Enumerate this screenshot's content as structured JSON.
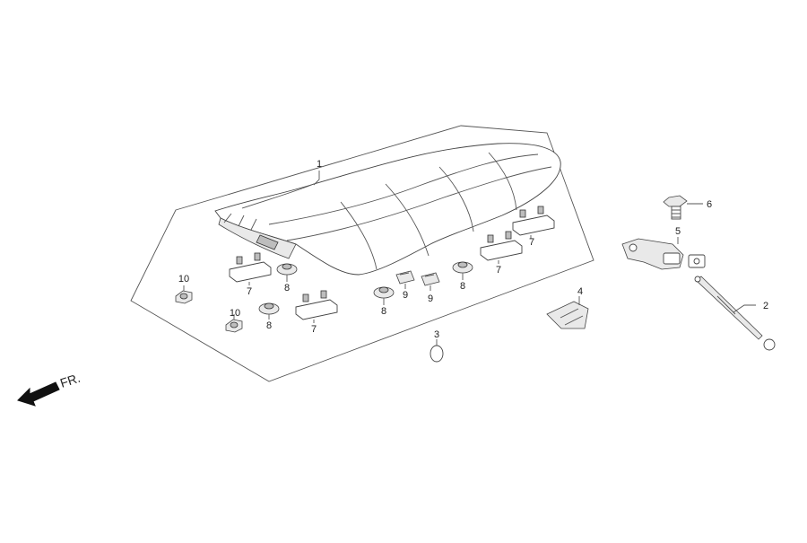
{
  "diagram": {
    "callouts": [
      "1",
      "2",
      "3",
      "4",
      "5",
      "6",
      "7",
      "7",
      "7",
      "7",
      "8",
      "8",
      "8",
      "8",
      "9",
      "9",
      "10",
      "10"
    ],
    "front_label": "FR."
  }
}
